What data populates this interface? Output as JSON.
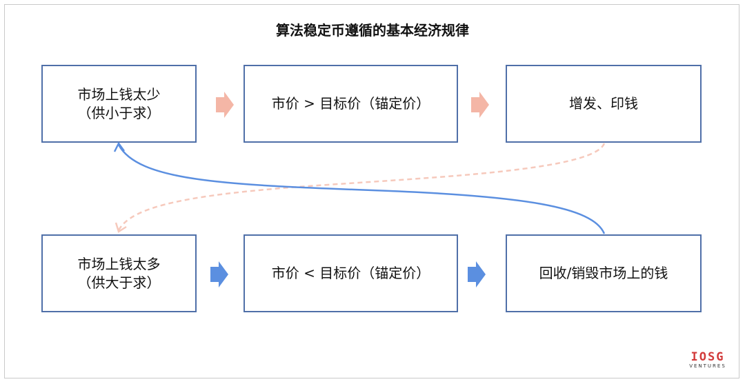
{
  "title": "算法稳定币遵循的基本经济规律",
  "boxes": {
    "top_left": [
      "市场上钱太少",
      "（供小于求）"
    ],
    "top_middle": [
      "市价 > 目标价（锚定价）"
    ],
    "top_right": [
      "增发、印钱"
    ],
    "bottom_left": [
      "市场上钱太多",
      "（供大于求）"
    ],
    "bottom_middle": [
      "市价 < 目标价（锚定价）"
    ],
    "bottom_right": [
      "回收/销毁市场上的钱"
    ]
  },
  "colors": {
    "box_border": "#4f6fa8",
    "top_arrow": "#f4b6a6",
    "bottom_arrow": "#5b8fe0",
    "blue_curve": "#5b8fe0",
    "dashed_curve": "#f6c9bc",
    "logo": "#d23a3a"
  },
  "logo": {
    "mark": "IOSG",
    "sub": "VENTURES"
  }
}
